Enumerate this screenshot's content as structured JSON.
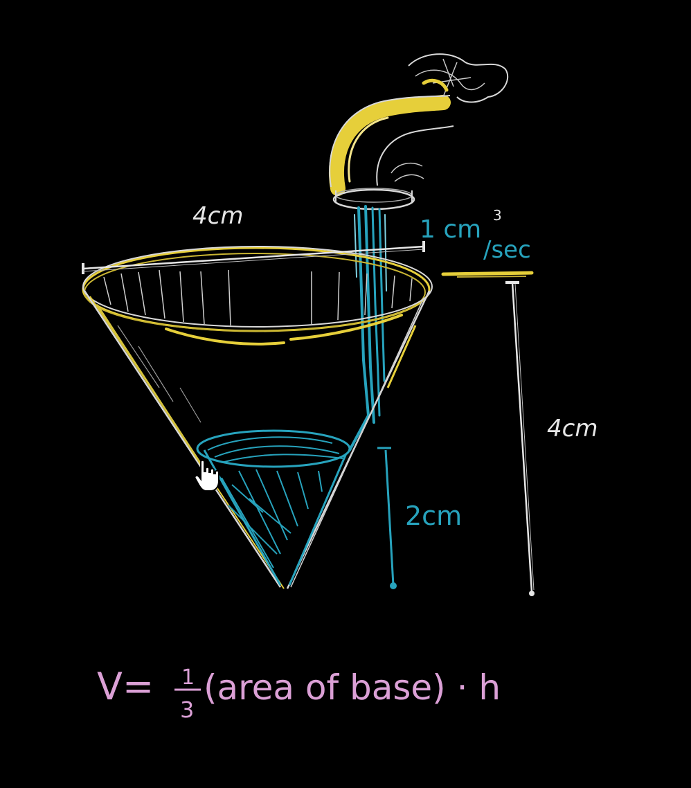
{
  "colors": {
    "background": "#000000",
    "chalk_white": "#e6e6e6",
    "yellow": "#e6cf3a",
    "teal": "#27a3bd",
    "pink": "#dba0d6"
  },
  "labels": {
    "top_radius": "4cm",
    "height": "4cm",
    "water_height": "2cm",
    "rate_numerator": "1 cm",
    "rate_exponent": "3",
    "rate_denominator": "/sec"
  },
  "formula": {
    "lhs": "V=",
    "fraction_numerator": "1",
    "fraction_denominator": "3",
    "rhs": "(area of base) · h"
  },
  "icons": {
    "faucet": "faucet-icon",
    "cursor": "hand-pointer-icon"
  }
}
